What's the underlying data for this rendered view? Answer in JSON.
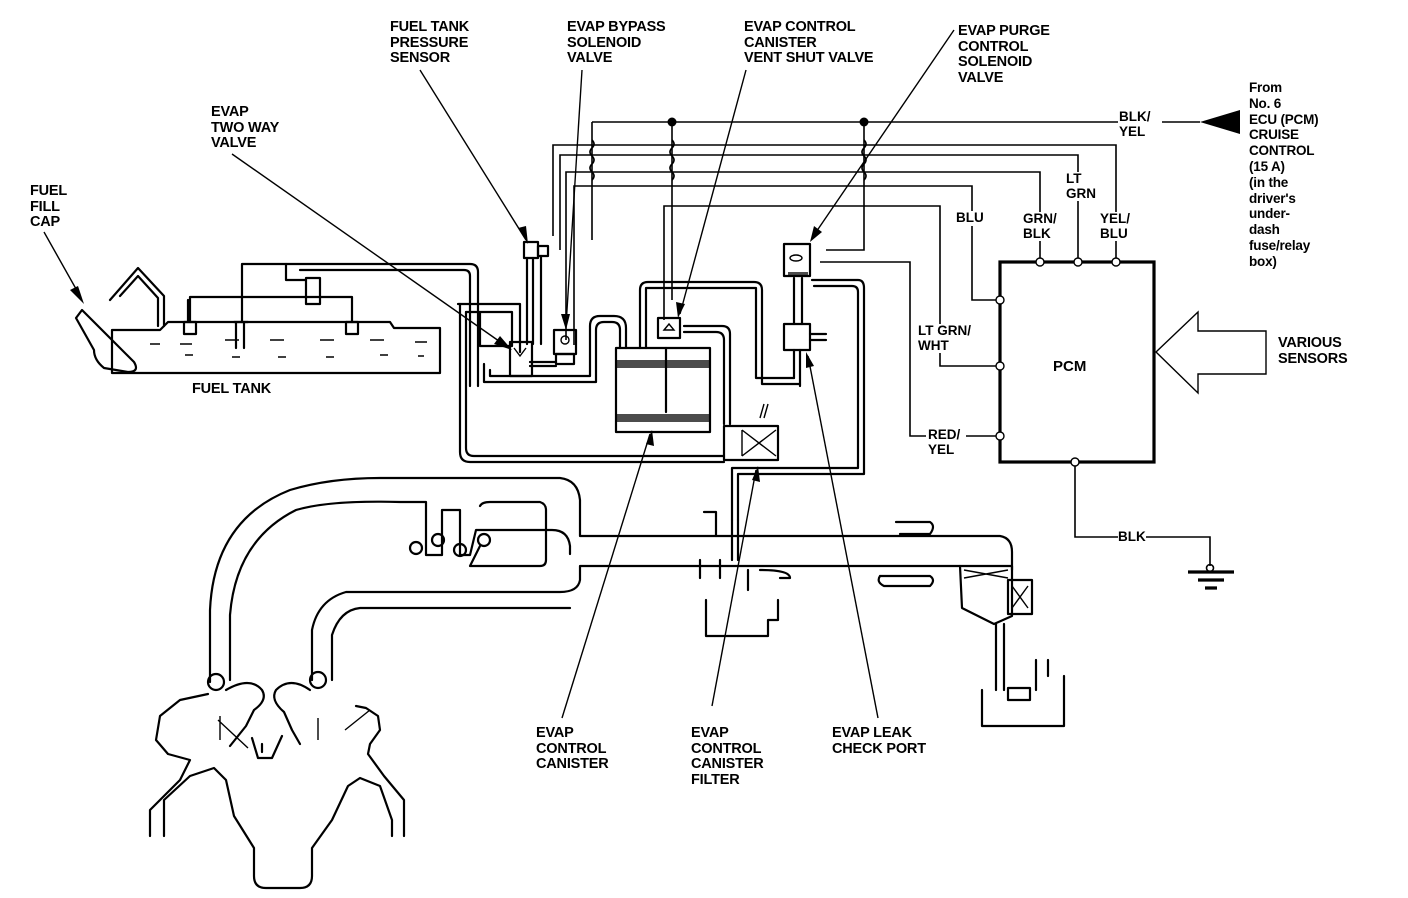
{
  "title": "EVAP System Diagram",
  "components": {
    "fuel_fill_cap": "FUEL\nFILL\nCAP",
    "evap_two_way_valve": "EVAP\nTWO WAY\nVALVE",
    "fuel_tank_pressure_sensor": "FUEL TANK\nPRESSURE\nSENSOR",
    "evap_bypass_solenoid_valve": "EVAP BYPASS\nSOLENOID\nVALVE",
    "evap_control_canister_vent_shut_valve": "EVAP CONTROL\nCANISTER\nVENT SHUT VALVE",
    "evap_purge_control_solenoid_valve": "EVAP PURGE\nCONTROL\nSOLENOID\nVALVE",
    "fuel_tank": "FUEL TANK",
    "evap_control_canister": "EVAP\nCONTROL\nCANISTER",
    "evap_control_canister_filter": "EVAP\nCONTROL\nCANISTER\nFILTER",
    "evap_leak_check_port": "EVAP LEAK\nCHECK PORT",
    "pcm": "PCM",
    "various_sensors": "VARIOUS\nSENSORS",
    "power_source": "From\nNo. 6\nECU (PCM)\nCRUISE\nCONTROL\n(15 A)\n(in the\ndriver's\nunder-\ndash\nfuse/relay\nbox)"
  },
  "wires": {
    "blk_yel": "BLK/\nYEL",
    "lt_grn": "LT\nGRN",
    "blu": "BLU",
    "grn_blk": "GRN/\nBLK",
    "yel_blu": "YEL/\nBLU",
    "lt_grn_wht": "LT GRN/\nWHT",
    "red_yel": "RED/\nYEL",
    "blk": "BLK"
  },
  "colors": {
    "line": "#000000",
    "background": "#ffffff"
  }
}
